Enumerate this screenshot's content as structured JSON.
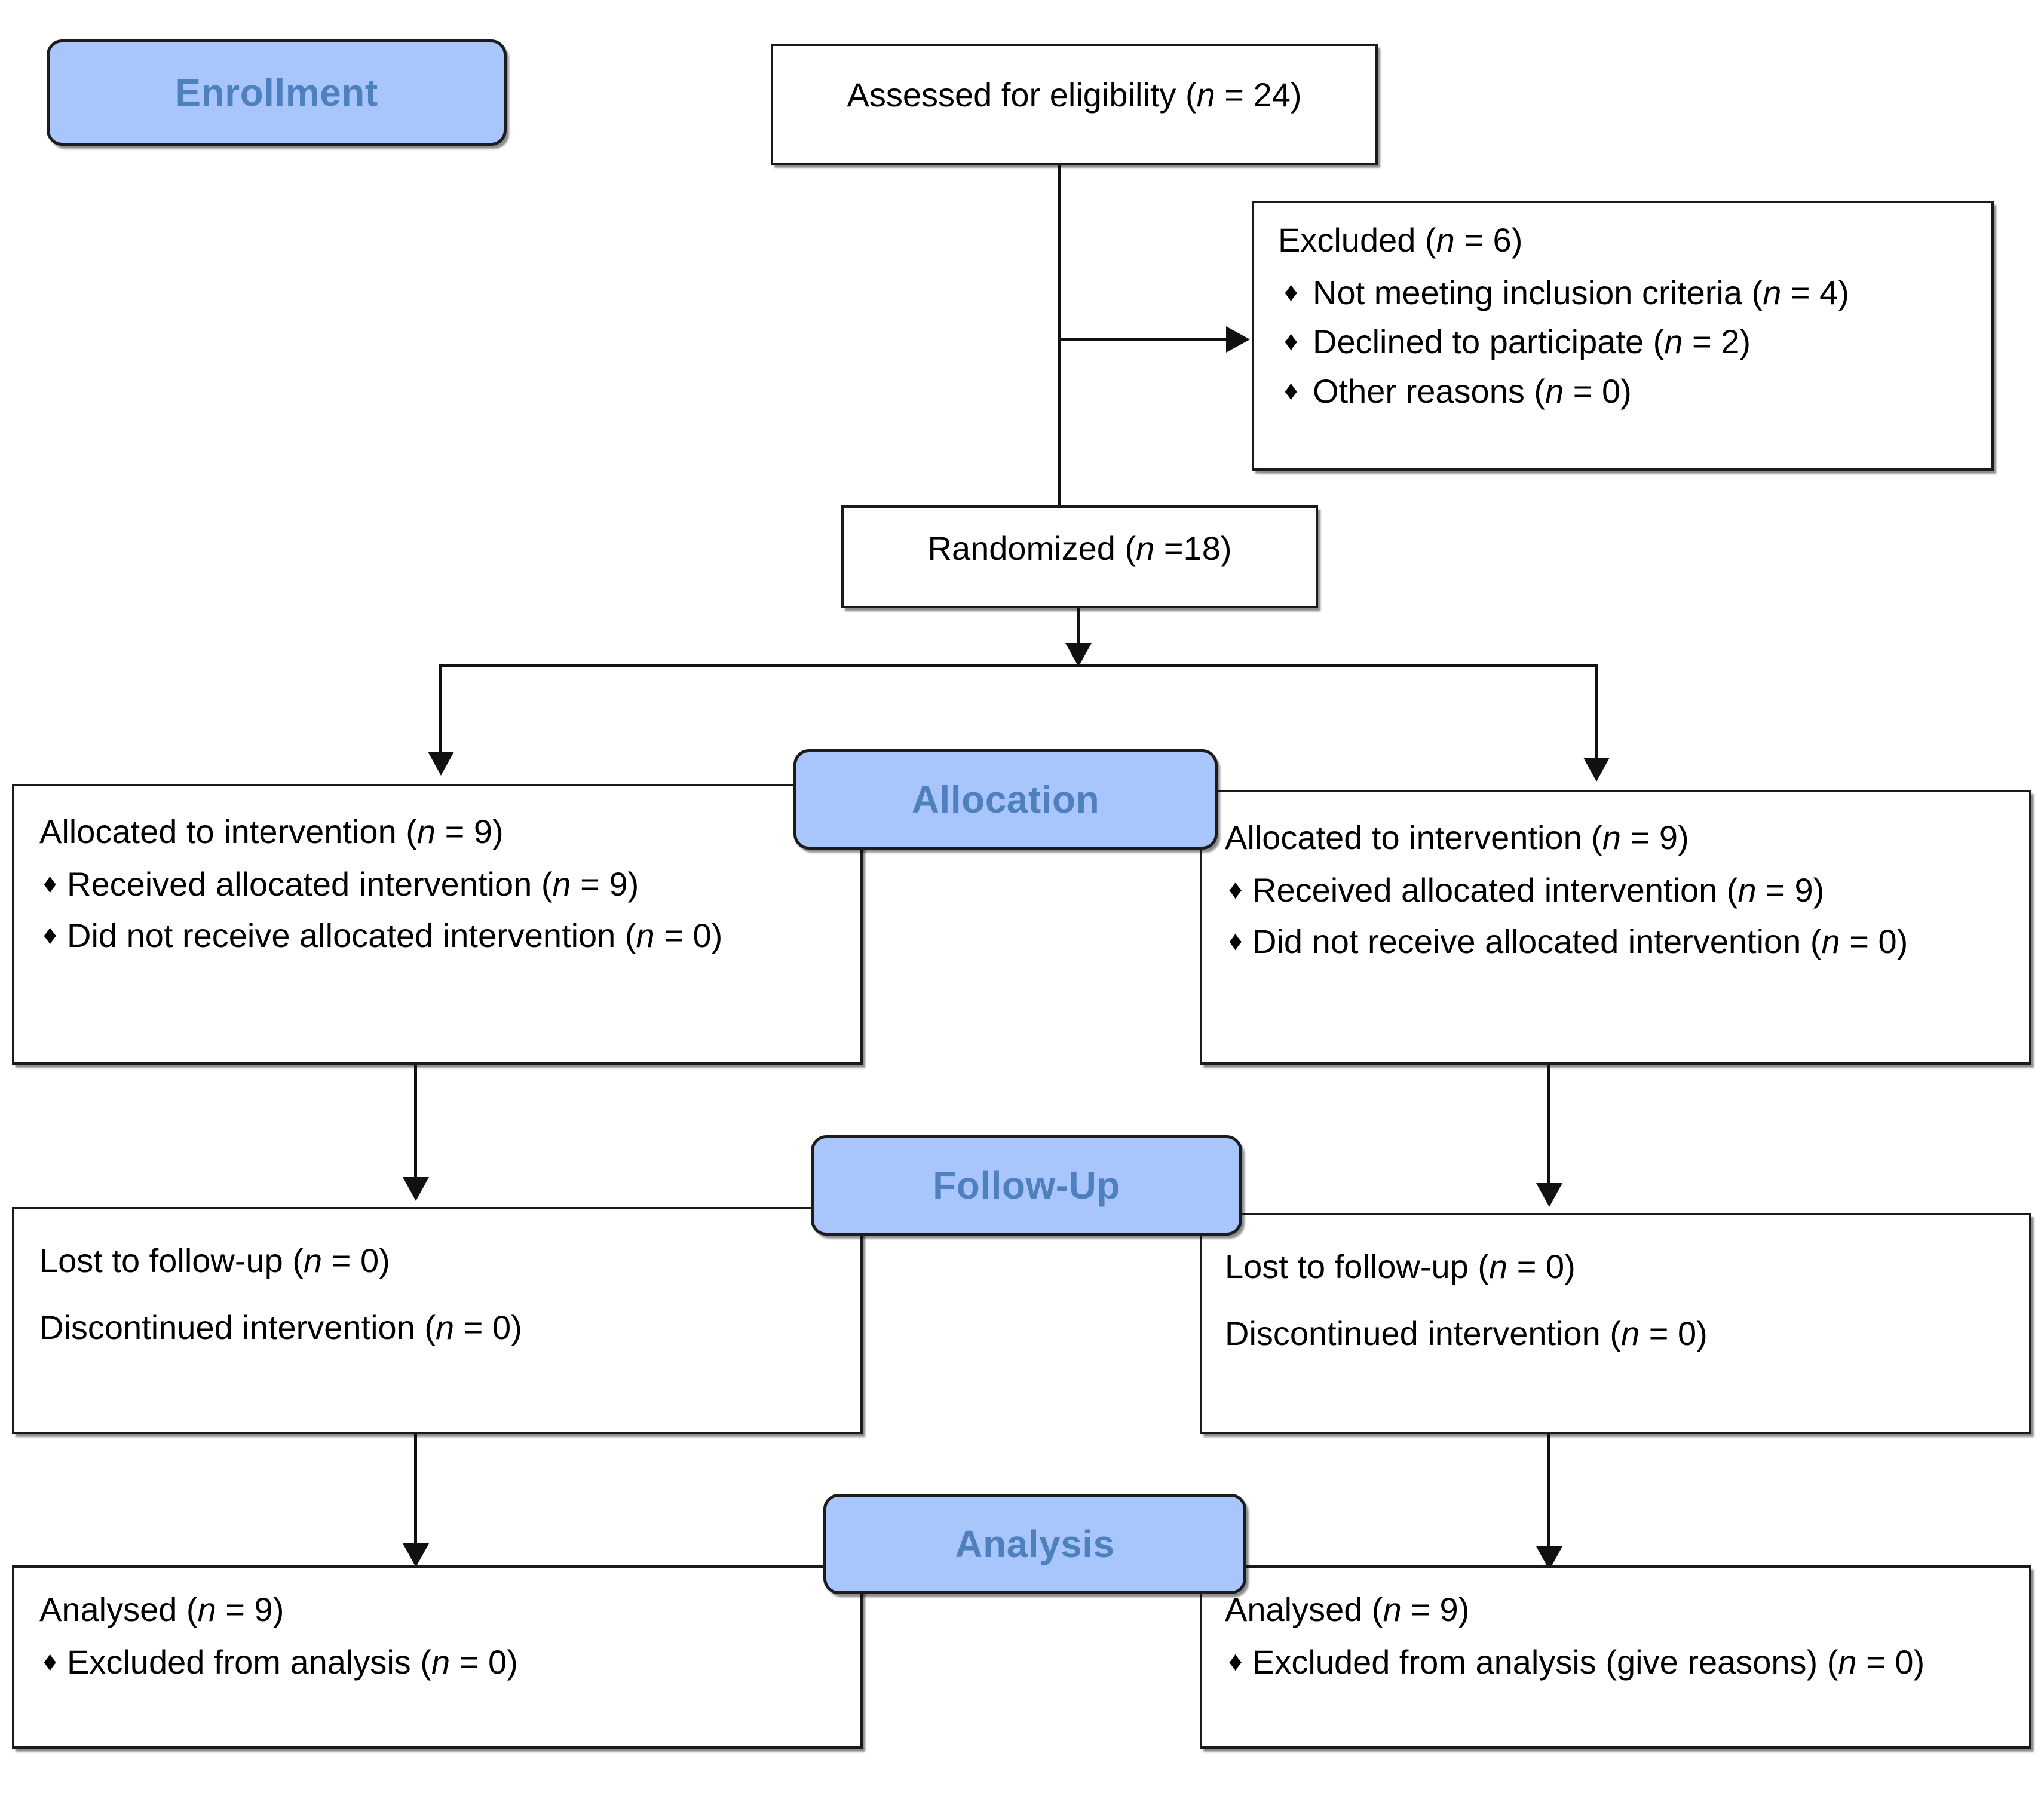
{
  "diagram": {
    "type": "CONSORT participant flow diagram",
    "stages": [
      "Enrollment",
      "Allocation",
      "Follow-Up",
      "Analysis"
    ]
  },
  "badges": {
    "enrollment": "Enrollment",
    "allocation": "Allocation",
    "followup": "Follow-Up",
    "analysis": "Analysis"
  },
  "colors": {
    "badge_fill": "#a8c6fc",
    "badge_text": "#4e80be",
    "box_border": "#1a1a1a",
    "line": "#111111",
    "background": "#ffffff"
  },
  "enrollment": {
    "assessed": {
      "text_prefix": "Assessed for eligibility (",
      "italic_n": "n",
      "text_suffix": " = 24)"
    },
    "excluded": {
      "heading_prefix": "Excluded (",
      "heading_italic_n": "n",
      "heading_suffix": " = 6)",
      "items": [
        {
          "bullet": "♦",
          "prefix": "Not meeting inclusion criteria (",
          "n": "n",
          "suffix": " = 4)"
        },
        {
          "bullet": "♦",
          "prefix": "Declined to participate (",
          "n": "n",
          "suffix": " = 2)"
        },
        {
          "bullet": "♦",
          "prefix": "Other reasons (",
          "n": "n",
          "suffix": " = 0)"
        }
      ]
    },
    "randomized": {
      "text_prefix": "Randomized (",
      "italic_n": "n",
      "text_suffix": " =18)"
    }
  },
  "allocation_left": {
    "heading_prefix": "Allocated to intervention (",
    "heading_italic_n": "n",
    "heading_suffix": " = 9)",
    "items": [
      {
        "bullet": "♦",
        "prefix": "Received allocated intervention (",
        "n": "n",
        "suffix": " = 9)"
      },
      {
        "bullet": "♦",
        "prefix": "Did not receive allocated intervention (",
        "n": "n",
        "suffix": " = 0)"
      }
    ]
  },
  "allocation_right": {
    "heading_prefix": "Allocated to intervention (",
    "heading_italic_n": "n",
    "heading_suffix": " = 9)",
    "items": [
      {
        "bullet": "♦",
        "prefix": "Received allocated intervention (",
        "n": "n",
        "suffix": " = 9)"
      },
      {
        "bullet": "♦",
        "prefix": "Did not receive allocated intervention  (",
        "n": "n",
        "suffix": " = 0)"
      }
    ]
  },
  "followup_left": {
    "lost_prefix": "Lost to follow-up (",
    "lost_n": "n",
    "lost_suffix": " = 0)",
    "disc_prefix": "Discontinued intervention (",
    "disc_n": "n",
    "disc_suffix": " = 0)"
  },
  "followup_right": {
    "lost_prefix": "Lost to follow-up (",
    "lost_n": "n",
    "lost_suffix": " = 0)",
    "disc_prefix": "Discontinued intervention (",
    "disc_n": "n",
    "disc_suffix": " = 0)"
  },
  "analysis_left": {
    "heading_prefix": "Analysed (",
    "heading_italic_n": "n",
    "heading_suffix": " = 9)",
    "items": [
      {
        "bullet": "♦",
        "prefix": "Excluded from analysis (",
        "n": "n",
        "suffix": " = 0)"
      }
    ]
  },
  "analysis_right": {
    "heading_prefix": "Analysed (",
    "heading_italic_n": "n",
    "heading_suffix": " = 9)",
    "items": [
      {
        "bullet": "♦",
        "prefix": "Excluded from analysis (give reasons) (",
        "n": "n",
        "suffix": " = 0)"
      }
    ]
  }
}
